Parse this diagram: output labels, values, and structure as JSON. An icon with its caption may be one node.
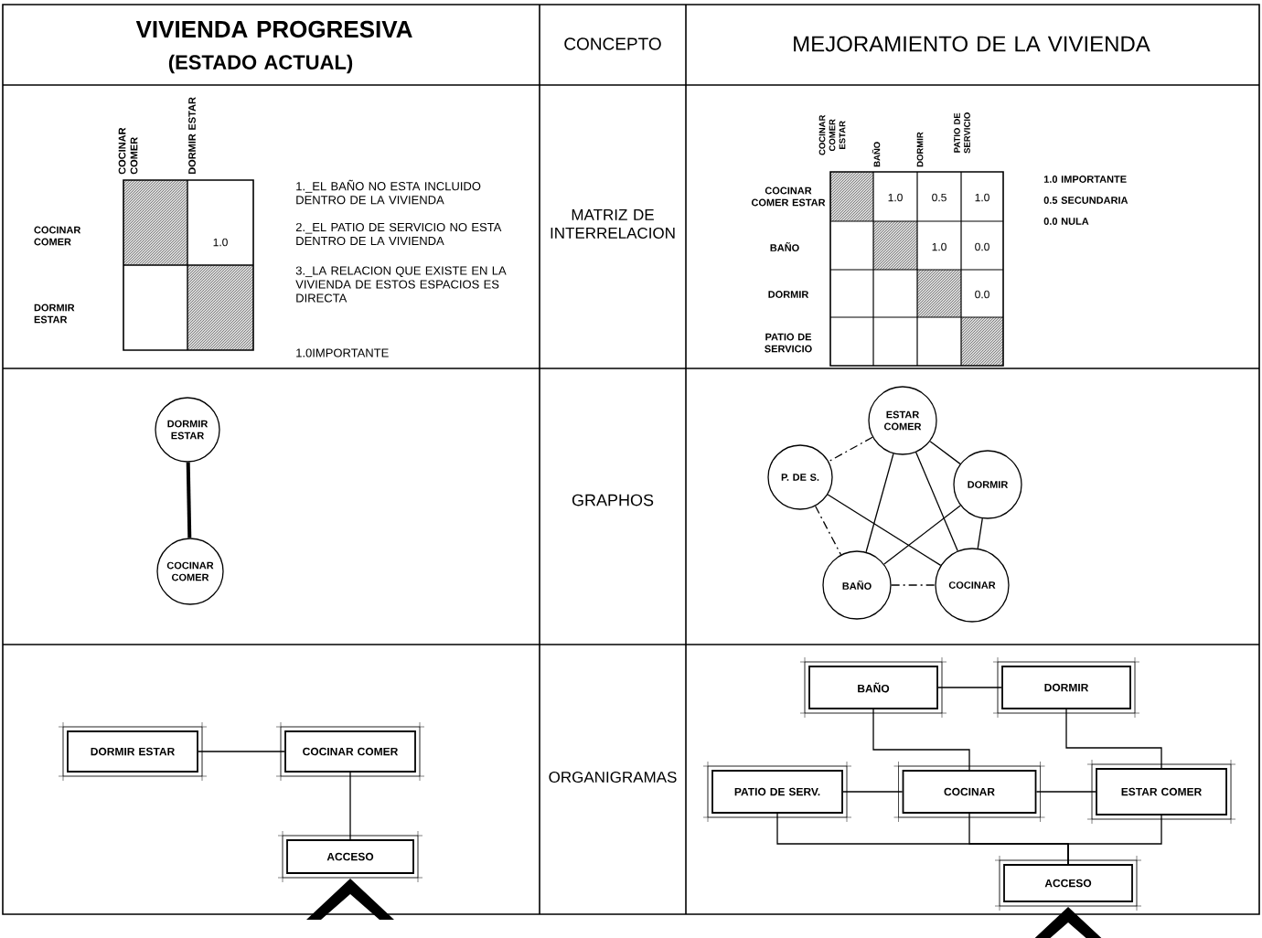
{
  "diagram": {
    "nodes": [
      {
        "text": [
          "DORMIR ESTAR"
        ]
      },
      {
        "text": [
          "COCINAR COMER"
        ]
      },
      {
        "text": [
          "ESTAR COMER"
        ]
      },
      {
        "text": [
          "P. DE S."
        ]
      },
      {
        "text": [
          "DORMIR"
        ]
      },
      {
        "text": [
          "BAÑO"
        ]
      },
      {
        "text": [
          "COCINAR"
        ]
      },
      {
        "text": [
          "DORMIR ESTAR"
        ]
      },
      {
        "text": [
          "COCINAR COMER"
        ]
      },
      {
        "text": [
          "ACCESO"
        ]
      },
      {
        "text": [
          "BAÑO"
        ]
      },
      {
        "text": [
          "DORMIR"
        ]
      },
      {
        "text": [
          "PATIO DE SERV."
        ]
      },
      {
        "text": [
          "COCINAR"
        ]
      },
      {
        "text": [
          "ESTAR COMER"
        ]
      },
      {
        "text": [
          "ACCESO"
        ]
      }
    ],
    "edges": [
      {
        "from": null,
        "to": 9,
        "arrow": "to"
      },
      {
        "from": null,
        "to": 15,
        "arrow": "to"
      },
      {
        "from": 0,
        "to": 1,
        "arrow": "none",
        "style": "thick"
      },
      {
        "from": 2,
        "to": 3,
        "arrow": "none",
        "style": "dashed"
      },
      {
        "from": 2,
        "to": 4,
        "arrow": "none"
      },
      {
        "from": 2,
        "to": 5,
        "arrow": "none"
      },
      {
        "from": 2,
        "to": 6,
        "arrow": "none"
      },
      {
        "from": 3,
        "to": 6,
        "arrow": "none"
      },
      {
        "from": 3,
        "to": 5,
        "arrow": "none",
        "style": "dashed"
      },
      {
        "from": 4,
        "to": 5,
        "arrow": "none"
      },
      {
        "from": 4,
        "to": 6,
        "arrow": "none"
      },
      {
        "from": 5,
        "to": 6,
        "arrow": "none",
        "style": "dashed"
      },
      {
        "from": 7,
        "to": 8,
        "arrow": "none"
      },
      {
        "from": 8,
        "to": 9,
        "arrow": "none"
      },
      {
        "from": 10,
        "to": 11,
        "arrow": "none"
      },
      {
        "from": 12,
        "to": 13,
        "arrow": "none"
      },
      {
        "from": 10,
        "to": 13,
        "arrow": "none"
      },
      {
        "from": 13,
        "to": 14,
        "arrow": "none"
      },
      {
        "from": 11,
        "to": 14,
        "arrow": "none"
      },
      {
        "from": 12,
        "to": 15,
        "arrow": "none"
      },
      {
        "from": 13,
        "to": 15,
        "arrow": "none"
      },
      {
        "from": 14,
        "to": 15,
        "arrow": "none"
      }
    ],
    "labels": [
      "VIVIENDA PROGRESIVA",
      "(ESTADO ACTUAL)",
      "CONCEPTO",
      "MEJORAMIENTO DE LA VIVIENDA",
      "COCINAR COMER",
      "DORMIR ESTAR",
      "COCINAR COMER",
      "1.0",
      "DORMIR ESTAR",
      "1._EL BAÑO NO ESTA INCLUIDO DENTRO DE LA VIVIENDA",
      "2._EL PATIO DE SERVICIO NO ESTA DENTRO DE LA VIVIENDA",
      "3._LA RELACION QUE EXISTE EN LA VIVIENDA DE ESTOS ESPACIOS ES DIRECTA",
      "1.0IMPORTANTE",
      "MATRIZ DE INTERRELACION",
      "COCINAR COMER ESTAR",
      "BAÑO",
      "DORMIR",
      "PATIO DE SERVICIO",
      "COCINAR COMER ESTAR",
      "1.0",
      "0.5",
      "1.0",
      "BAÑO",
      "1.0",
      "0.0",
      "DORMIR",
      "0.0",
      "PATIO DE SERVICIO",
      "1.0 IMPORTANTE",
      "0.5 SECUNDARIA",
      "0.0 NULA",
      "GRAPHOS",
      "ORGANIGRAMAS"
    ]
  }
}
